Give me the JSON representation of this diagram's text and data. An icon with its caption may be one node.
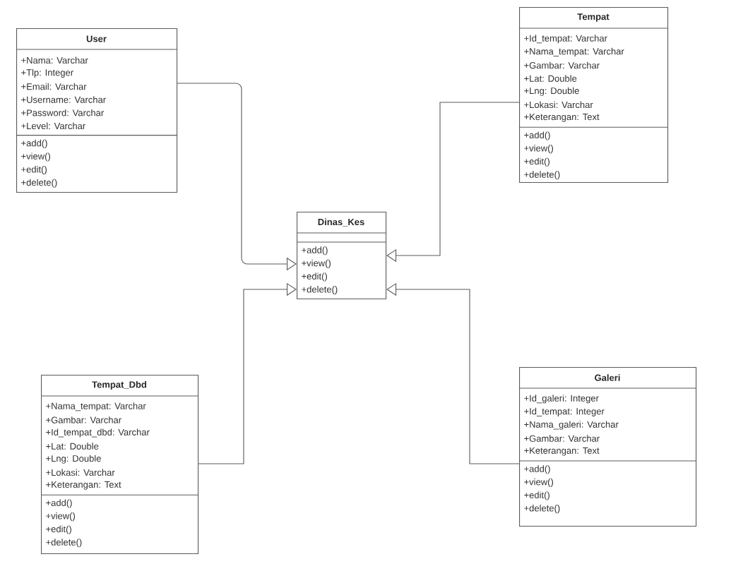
{
  "diagram": {
    "nodes": [
      {
        "text": [
          "User",
          "+Nama: Varchar",
          "+Tlp: Integer",
          "+Email: Varchar",
          "+Username: Varchar",
          "+Password: Varchar",
          "+Level: Varchar",
          "+add()",
          "+view()",
          "+edit()",
          "+delete()"
        ]
      },
      {
        "text": [
          "Tempat",
          "+Id_tempat: Varchar",
          "+Nama_tempat: Varchar",
          "+Gambar: Varchar",
          "+Lat: Double",
          "+Lng: Double",
          "+Lokasi: Varchar",
          "+Keterangan: Text",
          "+add()",
          "+view()",
          "+edit()",
          "+delete()"
        ]
      },
      {
        "text": [
          "Dinas_Kes",
          "+add()",
          "+view()",
          "+edit()",
          "+delete()"
        ]
      },
      {
        "text": [
          "Tempat_Dbd",
          "+Nama_tempat: Varchar",
          "+Gambar: Varchar",
          "+Id_tempat_dbd: Varchar",
          "+Lat: Double",
          "+Lng: Double",
          "+Lokasi: Varchar",
          "+Keterangan: Text",
          "+add()",
          "+view()",
          "+edit()",
          "+delete()"
        ]
      },
      {
        "text": [
          "Galeri",
          "+Id_galeri: Integer",
          "+Id_tempat: Integer",
          "+Nama_galeri: Varchar",
          "+Gambar: Varchar",
          "+Keterangan: Text",
          "+add()",
          "+view()",
          "+edit()",
          "+delete()"
        ]
      }
    ],
    "edges": [
      {
        "from": 0,
        "to": 2,
        "arrow": "to"
      },
      {
        "from": 1,
        "to": 2,
        "arrow": "to"
      },
      {
        "from": 3,
        "to": 2,
        "arrow": "to"
      },
      {
        "from": 4,
        "to": 2,
        "arrow": "to"
      }
    ]
  }
}
